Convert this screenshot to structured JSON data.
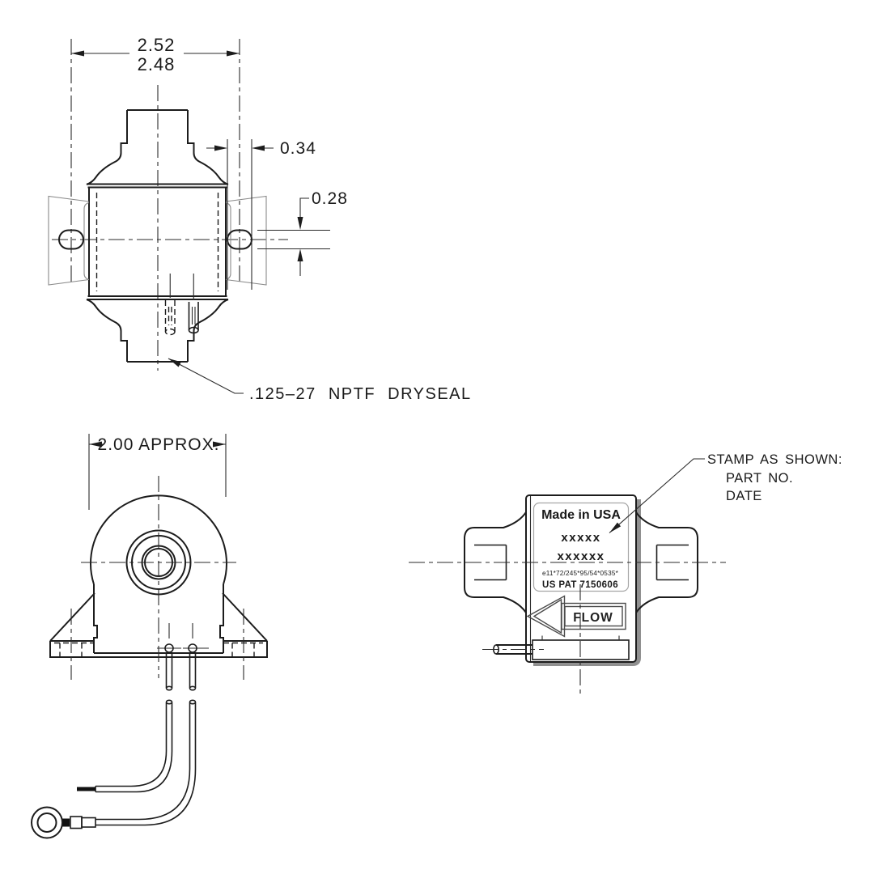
{
  "colors": {
    "background": "#ffffff",
    "line": "#1c1c1c",
    "bracket_gray": "#8a8a8a",
    "shadow_gray": "#909090",
    "label_border": "#a6a6a6"
  },
  "top_view": {
    "dim_width_max": "2.52",
    "dim_width_min": "2.48",
    "dim_slot_width": "0.34",
    "dim_slot_height": "0.28",
    "port_callout": ".125–27 NPTF DRYSEAL"
  },
  "front_view": {
    "dim_width": "2.00 APPROX."
  },
  "side_view": {
    "label": {
      "origin": "Made in USA",
      "part_stamp": "xxxxx",
      "date_stamp": "xxxxxx",
      "approval_code": "e11*72/245*95/54*0535*",
      "patent": "US PAT 7150606"
    },
    "flow": "FLOW",
    "callout": {
      "l1": "STAMP AS SHOWN:",
      "l2": "PART NO.",
      "l3": "DATE"
    }
  }
}
